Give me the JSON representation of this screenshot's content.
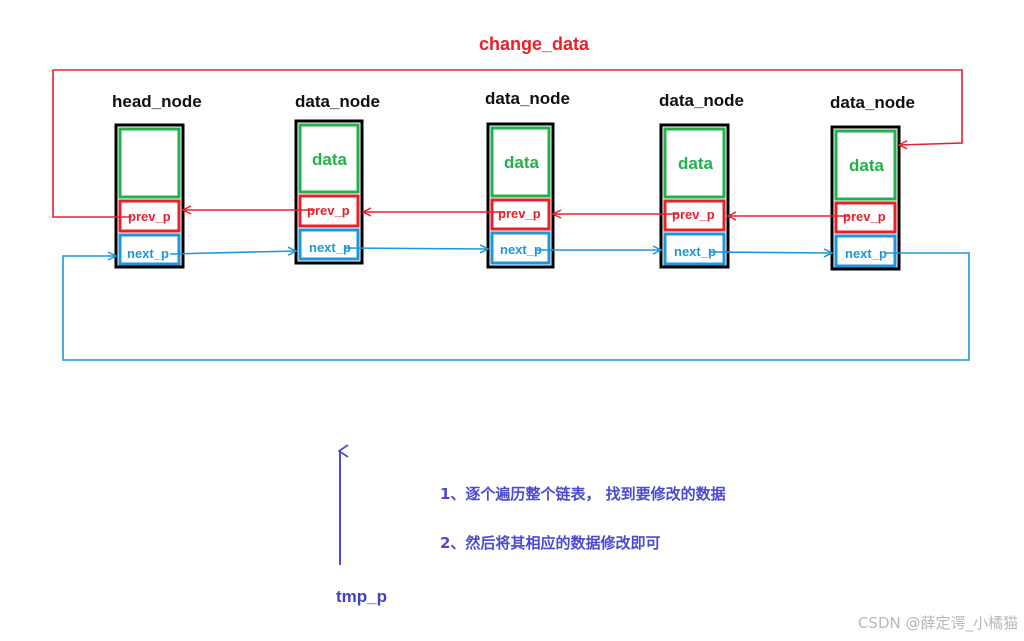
{
  "title": "change_data",
  "nodes": [
    {
      "title": "head_node",
      "data": "",
      "prev": "prev_p",
      "next": "next_p"
    },
    {
      "title": "data_node",
      "data": "data",
      "prev": "prev_p",
      "next": "next_p"
    },
    {
      "title": "data_node",
      "data": "data",
      "prev": "prev_p",
      "next": "next_p"
    },
    {
      "title": "data_node",
      "data": "data",
      "prev": "prev_p",
      "next": "next_p"
    },
    {
      "title": "data_node",
      "data": "data",
      "prev": "prev_p",
      "next": "next_p"
    }
  ],
  "notes": [
    "1、逐个遍历整个链表， 找到要修改的数据",
    "2、然后将其相应的数据修改即可"
  ],
  "pointer_label": "tmp_p",
  "watermark": "CSDN @薛定谔_小橘猫",
  "colors": {
    "prev": "#e8202a",
    "next": "#1e96dc",
    "data": "#22b14c",
    "pointer": "#4b4bd2",
    "frame": "#000000"
  }
}
